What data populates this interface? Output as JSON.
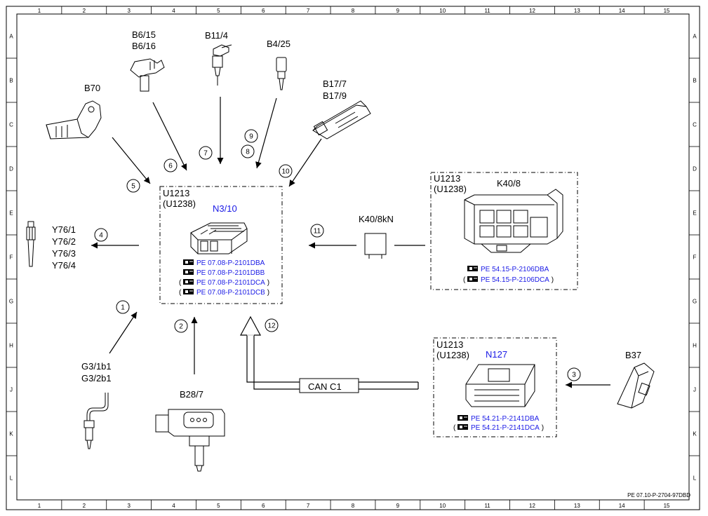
{
  "grid": {
    "columns": [
      "1",
      "2",
      "3",
      "4",
      "5",
      "6",
      "7",
      "8",
      "9",
      "10",
      "11",
      "12",
      "13",
      "14",
      "15"
    ],
    "rows": [
      "A",
      "B",
      "C",
      "D",
      "E",
      "F",
      "G",
      "H",
      "J",
      "K",
      "L"
    ]
  },
  "footer_code": "PE 07.10-P-2704-97DBD",
  "modules": {
    "n3_10": {
      "unit": "U1213",
      "unit_alt": "(U1238)",
      "name": "N3/10",
      "refs": [
        {
          "prefix": "",
          "text": "PE 07.08-P-2101DBA",
          "suffix": ""
        },
        {
          "prefix": "",
          "text": "PE 07.08-P-2101DBB",
          "suffix": ""
        },
        {
          "prefix": "(",
          "text": "PE 07.08-P-2101DCA",
          "suffix": " )"
        },
        {
          "prefix": "(",
          "text": "PE 07.08-P-2101DCB",
          "suffix": " )"
        }
      ]
    },
    "k40_8": {
      "unit": "U1213",
      "unit_alt": "(U1238)",
      "name": "K40/8",
      "refs": [
        {
          "prefix": "",
          "text": "PE 54.15-P-2106DBA",
          "suffix": ""
        },
        {
          "prefix": "(",
          "text": "PE 54.15-P-2106DCA",
          "suffix": " )"
        }
      ]
    },
    "n127": {
      "unit": "U1213",
      "unit_alt": "(U1238)",
      "name": "N127",
      "refs": [
        {
          "prefix": "",
          "text": "PE 54.21-P-2141DBA",
          "suffix": ""
        },
        {
          "prefix": "(",
          "text": "PE 54.21-P-2141DCA",
          "suffix": ")"
        }
      ]
    }
  },
  "components": {
    "b6": [
      "B6/15",
      "B6/16"
    ],
    "b11_4": "B11/4",
    "b4_25": "B4/25",
    "b17": [
      "B17/7",
      "B17/9"
    ],
    "b70": "B70",
    "y76": [
      "Y76/1",
      "Y76/2",
      "Y76/3",
      "Y76/4"
    ],
    "g3": [
      "G3/1b1",
      "G3/2b1"
    ],
    "b28_7": "B28/7",
    "b37": "B37",
    "k40_8kn": "K40/8kN",
    "can": "CAN C1"
  },
  "signals": [
    "1",
    "2",
    "3",
    "4",
    "5",
    "6",
    "7",
    "8",
    "9",
    "10",
    "11",
    "12"
  ]
}
